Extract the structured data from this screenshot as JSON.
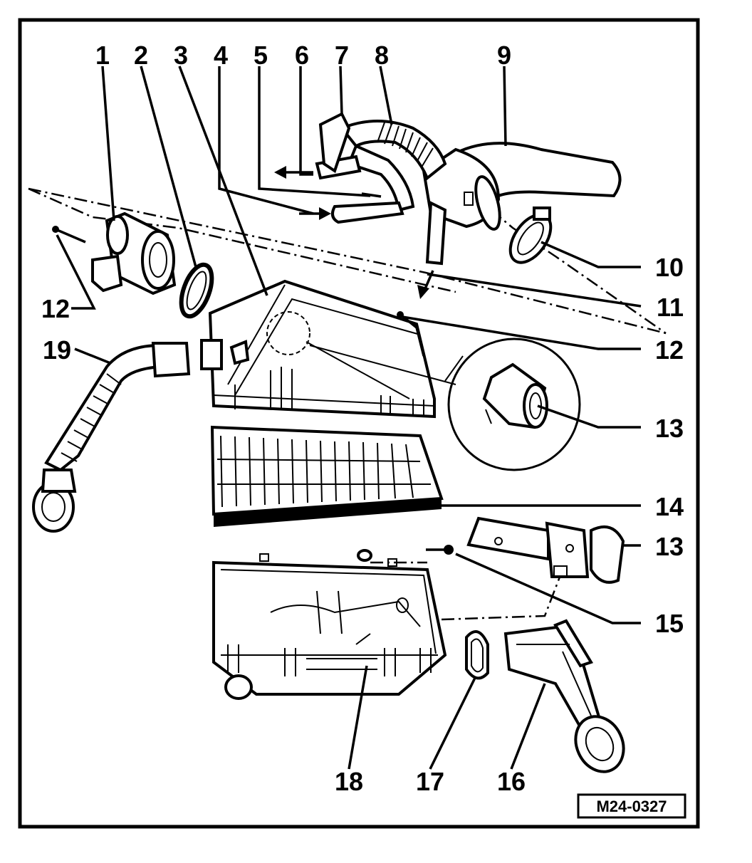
{
  "callouts": {
    "c1": "1",
    "c2": "2",
    "c3": "3",
    "c4": "4",
    "c5": "5",
    "c6": "6",
    "c7": "7",
    "c8": "8",
    "c9": "9",
    "c10": "10",
    "c11": "11",
    "c12_left": "12",
    "c12_right": "12",
    "c13_upper": "13",
    "c13_lower": "13",
    "c14": "14",
    "c15": "15",
    "c16": "16",
    "c17": "17",
    "c18": "18",
    "c19": "19"
  },
  "figure_code": "M24-0327",
  "footer_text": "... ...  ...  ...  ...",
  "parts": [
    {
      "ref": "1",
      "name": "air-mass-meter"
    },
    {
      "ref": "2",
      "name": "o-ring"
    },
    {
      "ref": "3",
      "name": "air-filter-upper-part"
    },
    {
      "ref": "4",
      "name": "hose-connection"
    },
    {
      "ref": "5",
      "name": "hose-connection"
    },
    {
      "ref": "6",
      "name": "hose-connection"
    },
    {
      "ref": "7",
      "name": "bracket"
    },
    {
      "ref": "8",
      "name": "intake-hose"
    },
    {
      "ref": "9",
      "name": "air-duct"
    },
    {
      "ref": "10",
      "name": "hose-clamp"
    },
    {
      "ref": "11",
      "name": "arrow-marker"
    },
    {
      "ref": "12",
      "name": "screw"
    },
    {
      "ref": "13",
      "name": "connecting-piece"
    },
    {
      "ref": "14",
      "name": "filter-element"
    },
    {
      "ref": "15",
      "name": "screw"
    },
    {
      "ref": "16",
      "name": "air-intake-duct"
    },
    {
      "ref": "17",
      "name": "seal"
    },
    {
      "ref": "18",
      "name": "air-filter-lower-part"
    },
    {
      "ref": "19",
      "name": "corrugated-hose"
    }
  ]
}
